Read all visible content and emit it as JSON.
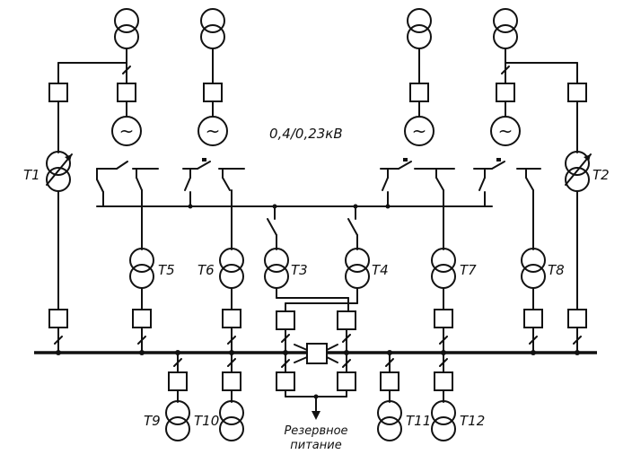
{
  "voltage_label": "0,4/0,23кВ",
  "reserve_label_line1": "Резервное",
  "reserve_label_line2": "питание",
  "transformers": {
    "T1": "T1",
    "T2": "T2",
    "T3": "T3",
    "T4": "T4",
    "T5": "T5",
    "T6": "T6",
    "T7": "T7",
    "T8": "T8",
    "T9": "T9",
    "T10": "T10",
    "T11": "T11",
    "T12": "T12"
  },
  "generator_symbol": "~"
}
